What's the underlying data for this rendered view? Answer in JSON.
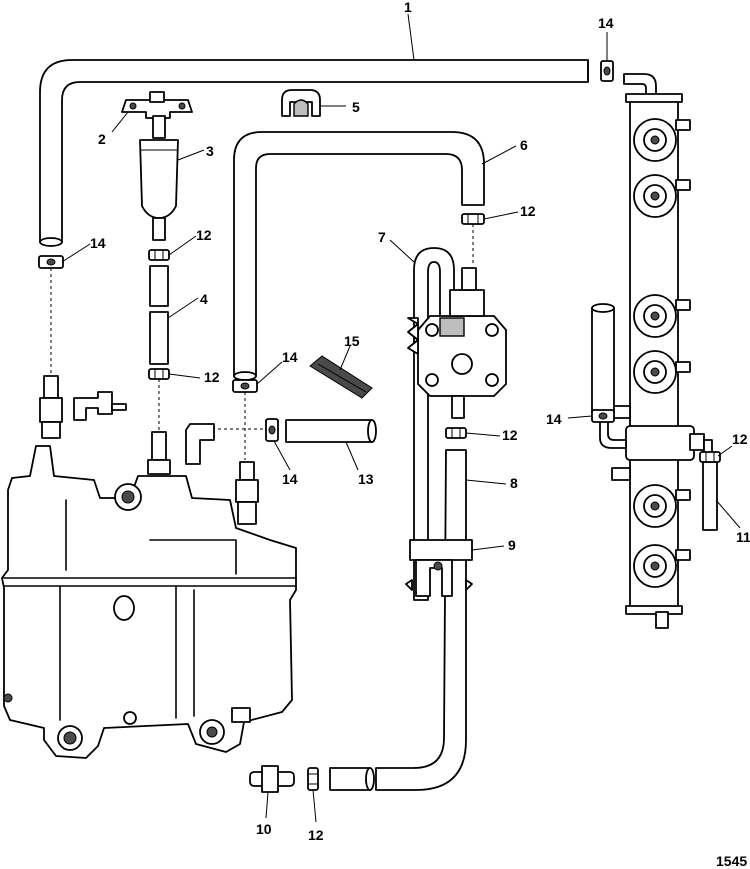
{
  "diagram": {
    "figure_code": "1545",
    "callouts": [
      {
        "id": "c1",
        "text": "1"
      },
      {
        "id": "c2",
        "text": "2"
      },
      {
        "id": "c3",
        "text": "3"
      },
      {
        "id": "c4",
        "text": "4"
      },
      {
        "id": "c5",
        "text": "5"
      },
      {
        "id": "c6",
        "text": "6"
      },
      {
        "id": "c7",
        "text": "7"
      },
      {
        "id": "c8",
        "text": "8"
      },
      {
        "id": "c9",
        "text": "9"
      },
      {
        "id": "c10",
        "text": "10"
      },
      {
        "id": "c11",
        "text": "11"
      },
      {
        "id": "c12a",
        "text": "12"
      },
      {
        "id": "c12b",
        "text": "12"
      },
      {
        "id": "c12c",
        "text": "12"
      },
      {
        "id": "c12d",
        "text": "12"
      },
      {
        "id": "c12e",
        "text": "12"
      },
      {
        "id": "c12f",
        "text": "12"
      },
      {
        "id": "c13",
        "text": "13"
      },
      {
        "id": "c14a",
        "text": "14"
      },
      {
        "id": "c14b",
        "text": "14"
      },
      {
        "id": "c14c",
        "text": "14"
      },
      {
        "id": "c14d",
        "text": "14"
      },
      {
        "id": "c14e",
        "text": "14"
      },
      {
        "id": "c15",
        "text": "15"
      }
    ]
  }
}
